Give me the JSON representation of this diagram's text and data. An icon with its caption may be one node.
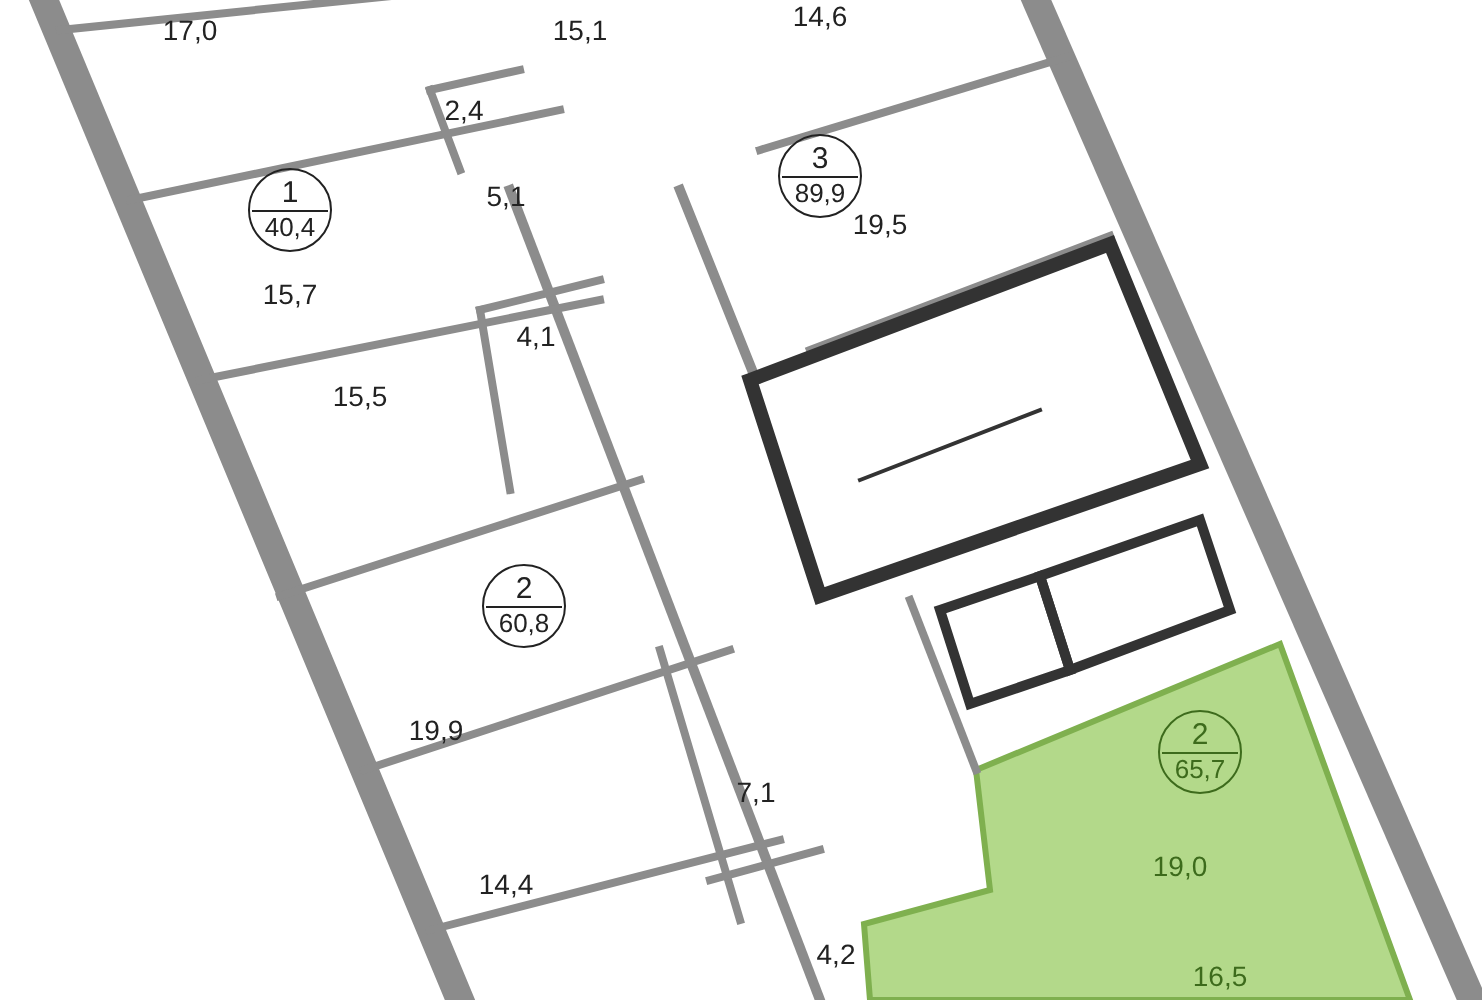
{
  "diagram": {
    "nodes": [
      {
        "text": [
          "3",
          "89,9"
        ]
      },
      {
        "text": [
          "1",
          "40,4"
        ]
      },
      {
        "text": [
          "2",
          "60,8"
        ]
      },
      {
        "text": [
          "2",
          "65,7"
        ]
      }
    ],
    "labels": [
      "17,0",
      "15,1",
      "14,6",
      "2,4",
      "5,1",
      "19,5",
      "15,7",
      "4,1",
      "15,5",
      "19,9",
      "7,1",
      "19,0",
      "14,4",
      "4,2",
      "16,5"
    ]
  }
}
